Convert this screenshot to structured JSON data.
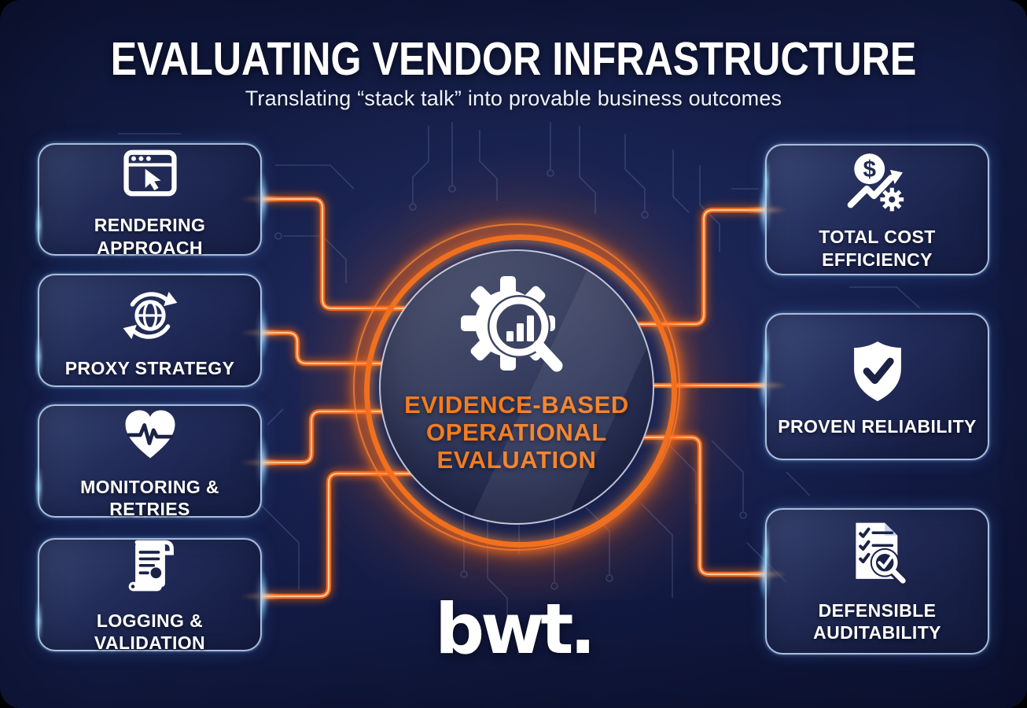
{
  "title": "EVALUATING VENDOR INFRASTRUCTURE",
  "subtitle": "Translating “stack talk” into provable business outcomes",
  "center": {
    "lines": [
      "EVIDENCE-BASED",
      "OPERATIONAL",
      "EVALUATION"
    ],
    "icon": "gear-magnifier-chart-icon"
  },
  "left_boxes": [
    {
      "label": "RENDERING APPROACH",
      "icon": "browser-cursor-icon"
    },
    {
      "label": "PROXY STRATEGY",
      "icon": "globe-sync-icon"
    },
    {
      "label": "MONITORING & RETRIES",
      "icon": "heartbeat-icon"
    },
    {
      "label": "LOGGING & VALIDATION",
      "icon": "scroll-log-icon"
    }
  ],
  "right_boxes": [
    {
      "label": "TOTAL COST EFFICIENCY",
      "icon": "dollar-growth-gear-icon"
    },
    {
      "label": "PROVEN RELIABILITY",
      "icon": "shield-check-icon"
    },
    {
      "label": "DEFENSIBLE AUDITABILITY",
      "icon": "audit-checklist-magnifier-icon"
    }
  ],
  "logo": "bwt.",
  "colors": {
    "background": "#131c45",
    "accent_orange": "#f1701e",
    "center_text": "#f47c20",
    "panel_border": "#bcd4f0",
    "text": "#ffffff"
  }
}
